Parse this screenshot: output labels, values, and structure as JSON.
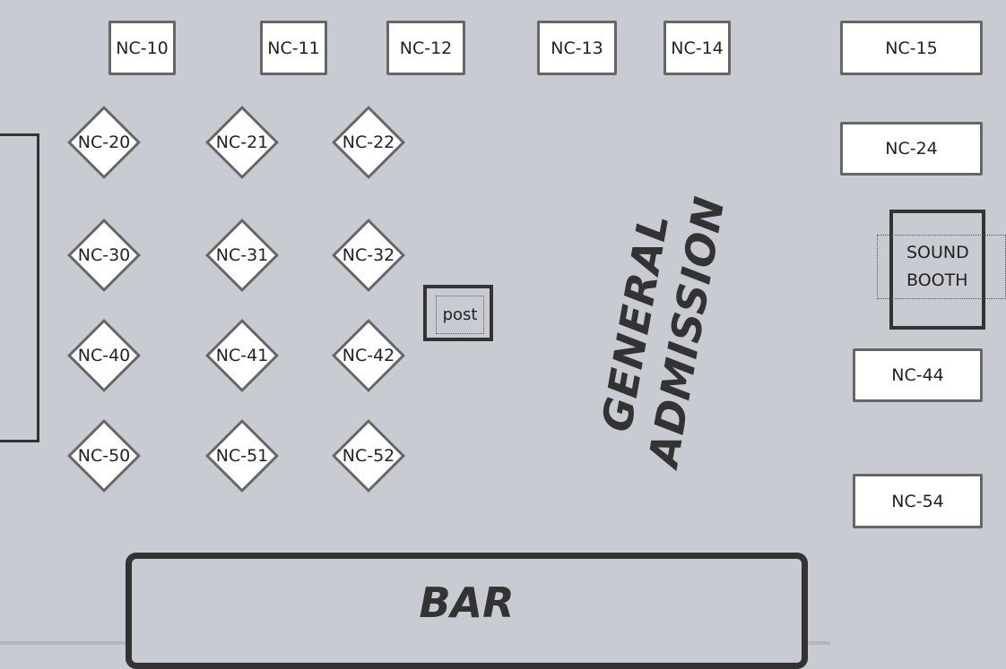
{
  "rect_tables": [
    "NC-10",
    "NC-11",
    "NC-12",
    "NC-13",
    "NC-14",
    "NC-15",
    "NC-24",
    "NC-44",
    "NC-54"
  ],
  "diamond_tables": [
    "NC-20",
    "NC-21",
    "NC-22",
    "NC-30",
    "NC-31",
    "NC-32",
    "NC-40",
    "NC-41",
    "NC-42",
    "NC-50",
    "NC-51",
    "NC-52"
  ],
  "post_label": "post",
  "sound_booth": {
    "line1": "SOUND",
    "line2": "BOOTH"
  },
  "general_admission": {
    "line1": "GENERAL",
    "line2": "ADMISSION"
  },
  "bar_label": "BAR"
}
